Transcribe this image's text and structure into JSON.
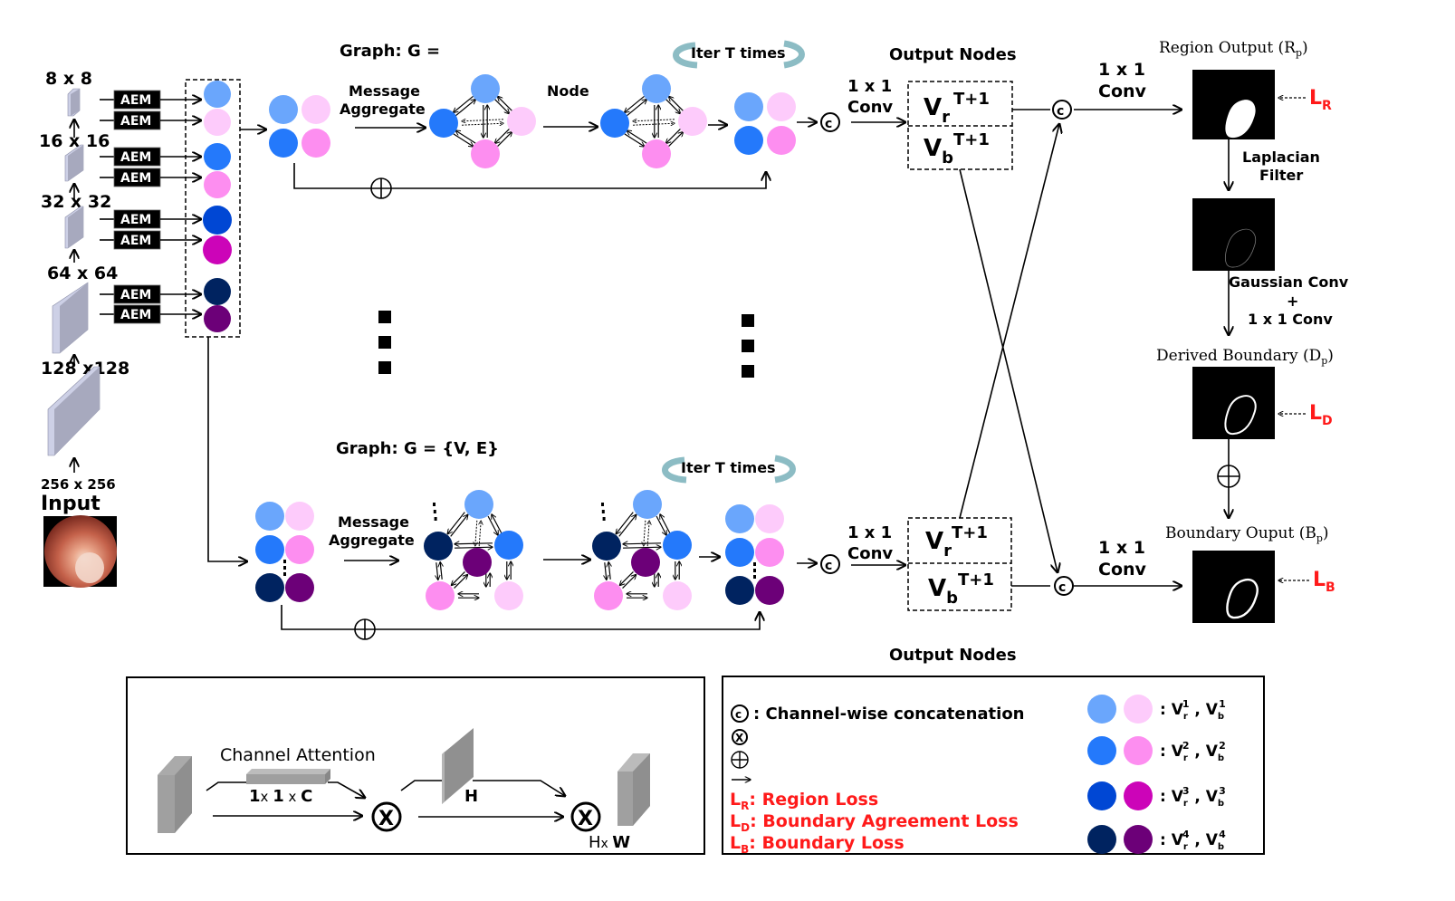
{
  "colors": {
    "vr1": "#6aa6fc",
    "vb1": "#fdcbfb",
    "vr2": "#2479fb",
    "vb2": "#fd8ef0",
    "vr3": "#0047d4",
    "vb3": "#cc04b8",
    "vr4": "#002360",
    "vb4": "#6c0078",
    "loss_red": "#ff1a1a",
    "feature_map": "#a7a9be",
    "attention_gray": "#9a9a9a",
    "iter_arrow": "#8cbcc4"
  },
  "encoder": {
    "scales": [
      "8 x 8",
      "16 x 16",
      "32 x 32",
      "64 x 64",
      "128 x128",
      "256 x 256"
    ],
    "input_label": "Input",
    "aem_label": "AEM"
  },
  "top_branch": {
    "graph_label": "Graph:  G =",
    "message_aggregate": [
      "Message",
      "Aggregate"
    ],
    "node_label": "Node",
    "iter_label": "Iter T times",
    "conv_label": [
      "1 x 1",
      "Conv"
    ],
    "output_nodes_label": "Output Nodes"
  },
  "bottom_branch": {
    "graph_label": "Graph:  G = {V, E}",
    "message_aggregate": [
      "Message",
      "Aggregate"
    ],
    "iter_label": "Iter T times",
    "conv_label": [
      "1 x 1",
      "Conv"
    ],
    "output_nodes_label": "Output Nodes"
  },
  "output_nodes": {
    "vr": "V",
    "vr_sub": "r",
    "vb": "V",
    "vb_sub": "b",
    "sup": "T+1"
  },
  "right_panel": {
    "conv_label": [
      "1 x 1",
      "Conv"
    ],
    "region_output": "Region  Output  (R",
    "region_sub": "p",
    "laplacian": [
      "Laplacian",
      "Filter"
    ],
    "gaussian": [
      "Gaussian Conv",
      "+",
      "1 x 1 Conv"
    ],
    "derived_boundary": "Derived  Boundary  (D",
    "derived_sub": "p",
    "boundary_output": "Boundary  Ouput  (B",
    "boundary_sub": "p",
    "losses": [
      {
        "L": "L",
        "sub": "R"
      },
      {
        "L": "L",
        "sub": "D"
      },
      {
        "L": "L",
        "sub": "B"
      }
    ]
  },
  "aem_panel": {
    "channel_attention": "Channel Attention",
    "ca_dims": [
      "1",
      "x ",
      "1",
      " x ",
      "C"
    ],
    "h_label": "H",
    "hw_label": [
      "H",
      "x ",
      "W"
    ]
  },
  "legend": {
    "concat": ": Channel-wise concatenation",
    "losses": [
      {
        "sub": "R",
        "text": ": Region Loss"
      },
      {
        "sub": "D",
        "text": ": Boundary Agreement Loss"
      },
      {
        "sub": "B",
        "text": ": Boundary Loss"
      }
    ],
    "node_pairs": [
      {
        "level": "1"
      },
      {
        "level": "2"
      },
      {
        "level": "3"
      },
      {
        "level": "4"
      }
    ]
  }
}
